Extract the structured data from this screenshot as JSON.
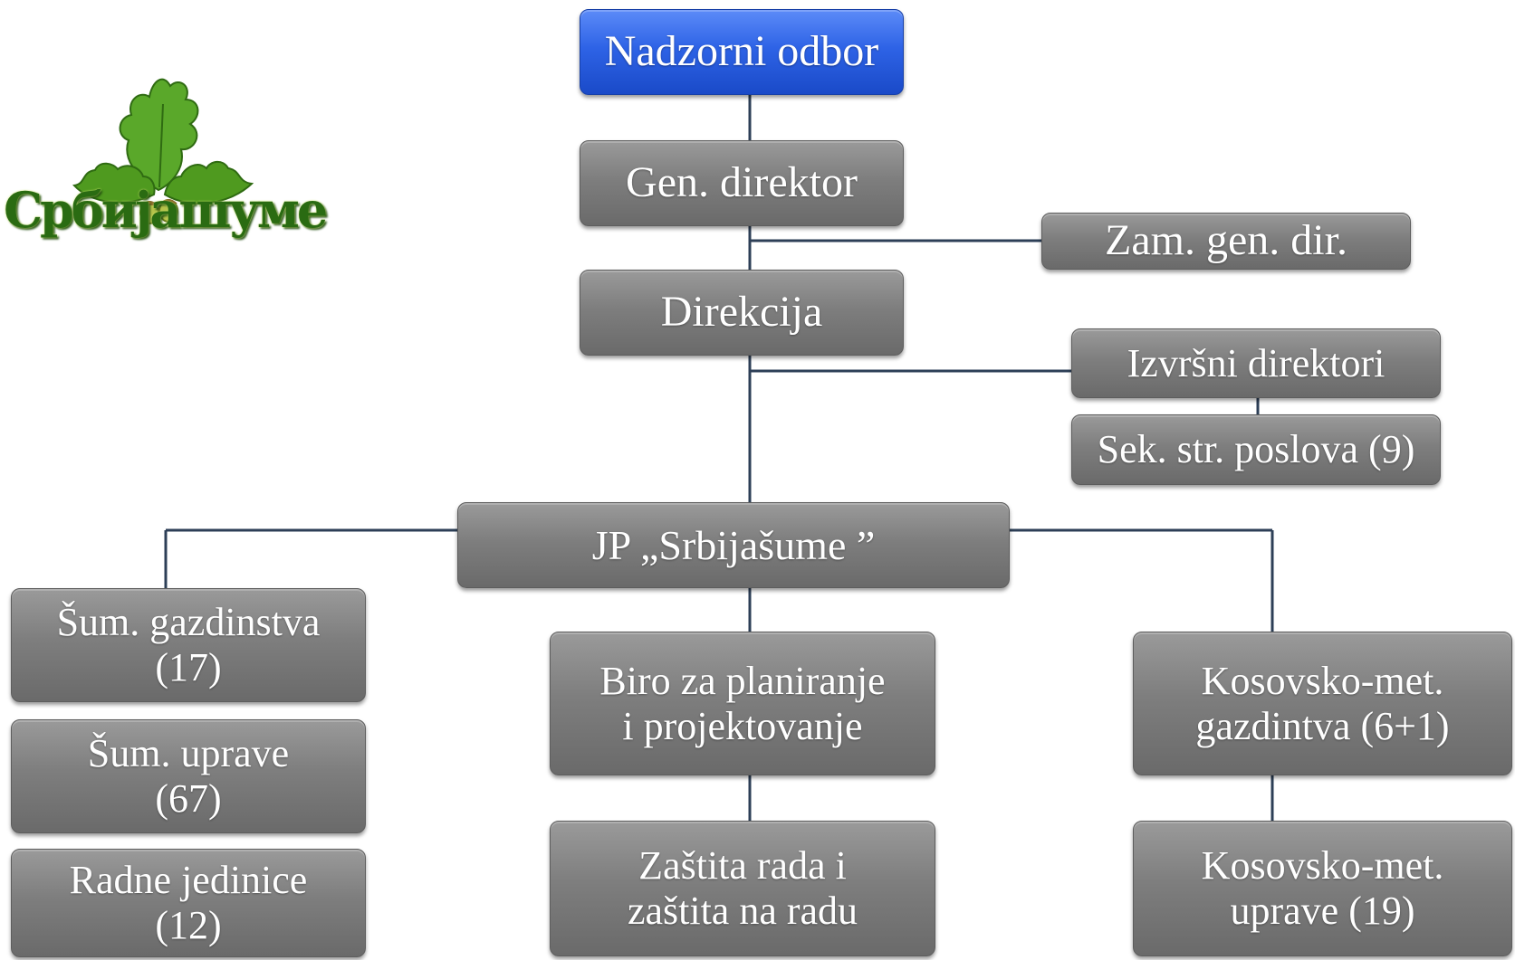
{
  "logo": {
    "wordmark": "Србијашуме",
    "leaf_color": "#4f9a1f",
    "wordmark_color": "#2a6b12"
  },
  "colors": {
    "top_box": "#2e63e6",
    "box": "#7e7e7e",
    "connector": "#2d3f57"
  },
  "nodes": {
    "nadzorni_odbor": "Nadzorni odbor",
    "gen_direktor": "Gen. direktor",
    "zam_gen_dir": "Zam. gen. dir.",
    "direkcija": "Direkcija",
    "izvrsni_direktori": "Izvršni direktori",
    "sek_str_poslova": "Sek. str. poslova (9)",
    "jp_srbijasume": "JP „Srbijašume ”",
    "sum_gazdinstva": "Šum. gazdinstva\n(17)",
    "sum_uprave": "Šum. uprave\n(67)",
    "radne_jedinice": "Radne jedinice\n(12)",
    "biro": "Biro za planiranje\ni projektovanje",
    "zastita": "Zaštita rada i\nzaštita na radu",
    "kosovsko_gazdinstva": "Kosovsko-met.\ngazdintva (6+1)",
    "kosovsko_uprave": "Kosovsko-met.\nuprave (19)"
  }
}
